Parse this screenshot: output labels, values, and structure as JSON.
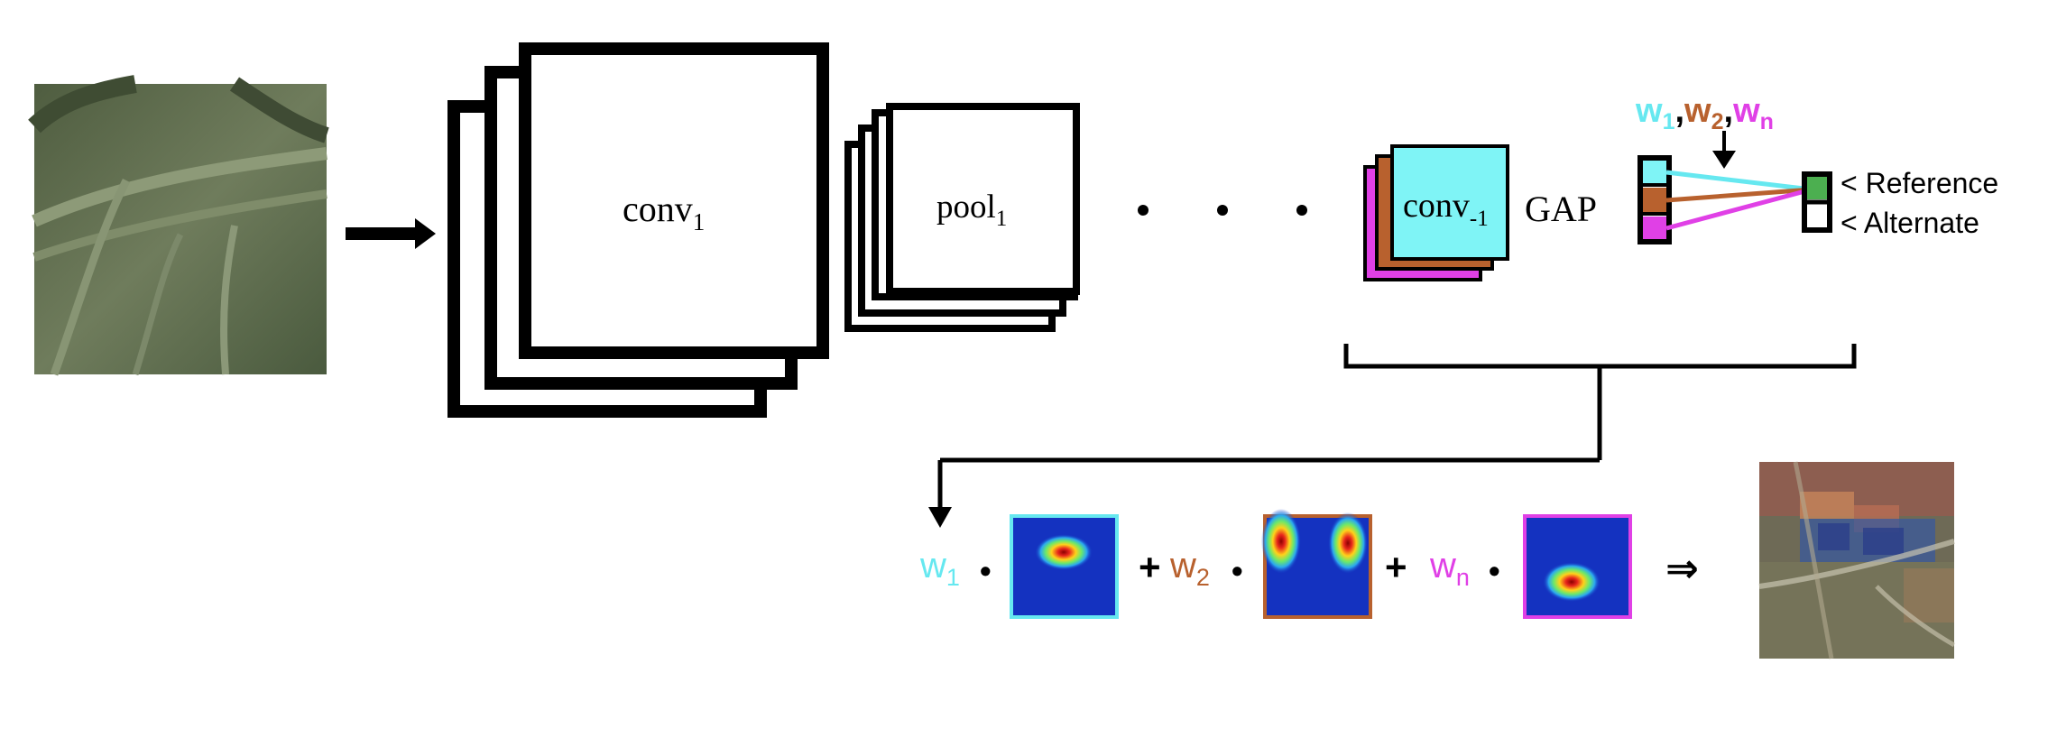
{
  "layers": {
    "conv1": {
      "base": "conv",
      "sub": "1"
    },
    "pool1": {
      "base": "pool",
      "sub": "1"
    },
    "conv_last": {
      "base": "conv",
      "sub": "-1"
    },
    "gap": "GAP"
  },
  "weights": {
    "w1": {
      "base": "w",
      "sub": "1",
      "color": "#66e8f0"
    },
    "w2": {
      "base": "w",
      "sub": "2",
      "color": "#b8612e"
    },
    "wn": {
      "base": "w",
      "sub": "n",
      "color": "#e040e6"
    }
  },
  "outputs": {
    "reference": "< Reference",
    "alternate": "< Alternate",
    "reference_color": "#4caf50"
  },
  "symbols": {
    "dot": "•",
    "plus": "+",
    "comma": ",",
    "implies": "⇒"
  },
  "colors": {
    "conv_last_front": "#7ff4f6",
    "conv_last_mid": "#b8612e",
    "conv_last_back": "#e040e6",
    "leaf_bg": "#5d6e4c",
    "heatmap_bg": "#1432c0"
  }
}
